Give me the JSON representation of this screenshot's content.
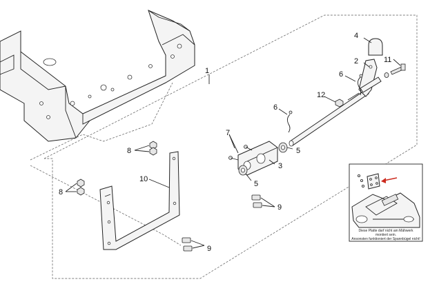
{
  "callouts": {
    "c1": "1",
    "c2": "2",
    "c3": "3",
    "c4": "4",
    "c5a": "5",
    "c5b": "5",
    "c6a": "6",
    "c6b": "6",
    "c7": "7",
    "c8a": "8",
    "c8b": "8",
    "c9a": "9",
    "c9b": "9",
    "c10": "10",
    "c11": "11",
    "c12": "12"
  },
  "inset": {
    "caption_line1": "Diese Platte darf nicht am Mähwerk",
    "caption_line2": "montiert sein.",
    "caption_line3": "Ansonsten funktioniert der Spannbügel nicht!"
  }
}
